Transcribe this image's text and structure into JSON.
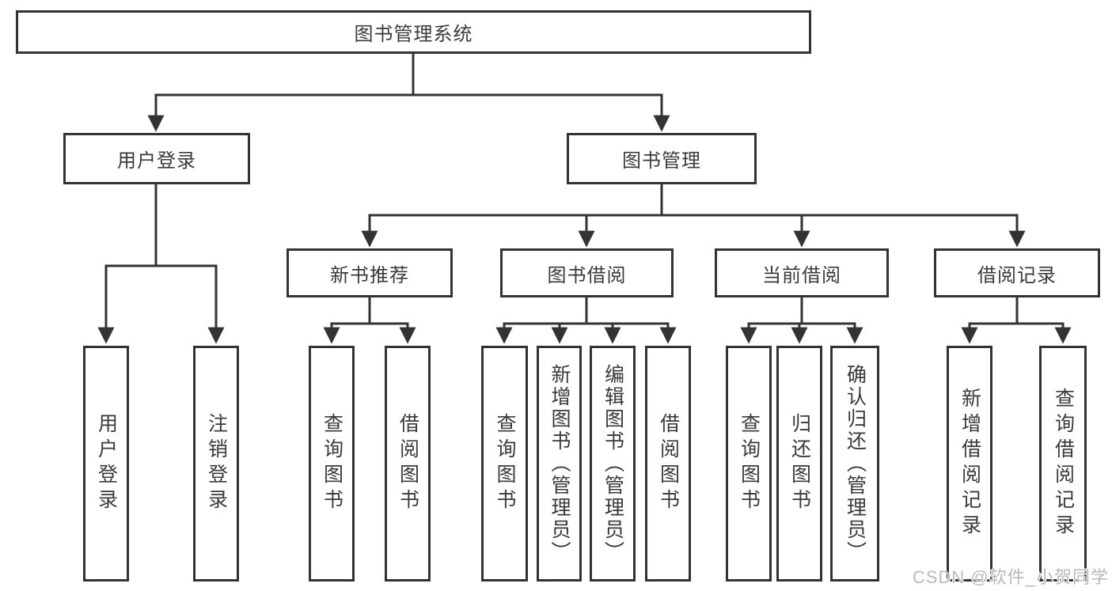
{
  "watermark": "CSDN @软件_小贺同学",
  "colors": {
    "line": "#333333",
    "text": "#3a3a3a",
    "box_background": "#ffffff",
    "watermark": "#b9b9b9"
  },
  "tree": {
    "root": {
      "label": "图书管理系统",
      "children": [
        {
          "label": "用户登录",
          "children": [
            {
              "label": "用户登录"
            },
            {
              "label": "注销登录"
            }
          ]
        },
        {
          "label": "图书管理",
          "children": [
            {
              "label": "新书推荐",
              "children": [
                {
                  "label": "查询图书"
                },
                {
                  "label": "借阅图书"
                }
              ]
            },
            {
              "label": "图书借阅",
              "children": [
                {
                  "label": "查询图书"
                },
                {
                  "label": "新增图书（管理员）"
                },
                {
                  "label": "编辑图书（管理员）"
                },
                {
                  "label": "借阅图书"
                }
              ]
            },
            {
              "label": "当前借阅",
              "children": [
                {
                  "label": "查询图书"
                },
                {
                  "label": "归还图书"
                },
                {
                  "label": "确认归还（管理员）"
                }
              ]
            },
            {
              "label": "借阅记录",
              "children": [
                {
                  "label": "新增借阅记录"
                },
                {
                  "label": "查询借阅记录"
                }
              ]
            }
          ]
        }
      ]
    }
  }
}
